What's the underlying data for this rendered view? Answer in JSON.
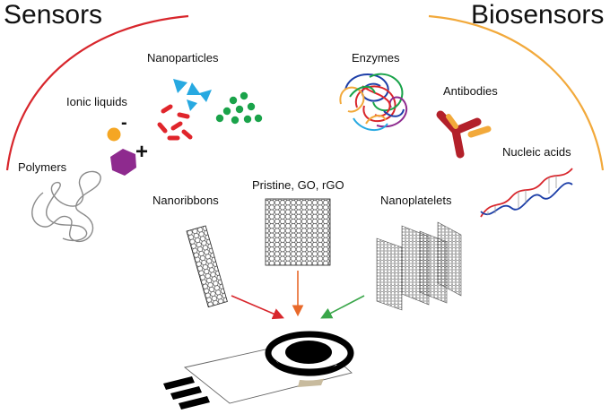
{
  "titles": {
    "sensors": "Sensors",
    "biosensors": "Biosensors"
  },
  "labels": {
    "nanoparticles": "Nanoparticles",
    "ionic_liquids": "Ionic liquids",
    "polymers": "Polymers",
    "enzymes": "Enzymes",
    "antibodies": "Antibodies",
    "nucleic_acids": "Nucleic acids",
    "nanoribbons": "Nanoribbons",
    "pristine": "Pristine, GO, rGO",
    "nanoplatelets": "Nanoplatelets"
  },
  "symbols": {
    "minus": "-",
    "plus": "+"
  },
  "colors": {
    "sensors_arc": "#d8262c",
    "biosensors_arc": "#f2a93b",
    "arrow_left": "#d8262c",
    "arrow_center": "#e8692a",
    "arrow_right": "#3aa64a",
    "triangle": "#27a9e1",
    "rod": "#e0252b",
    "dot": "#1aa34a",
    "ion_orange": "#f5a623",
    "ion_purple": "#8e2a8e",
    "antibody_dark": "#b3202a",
    "antibody_light": "#f2a93b",
    "dna_red": "#d8262c",
    "dna_blue": "#1d3fa8"
  }
}
